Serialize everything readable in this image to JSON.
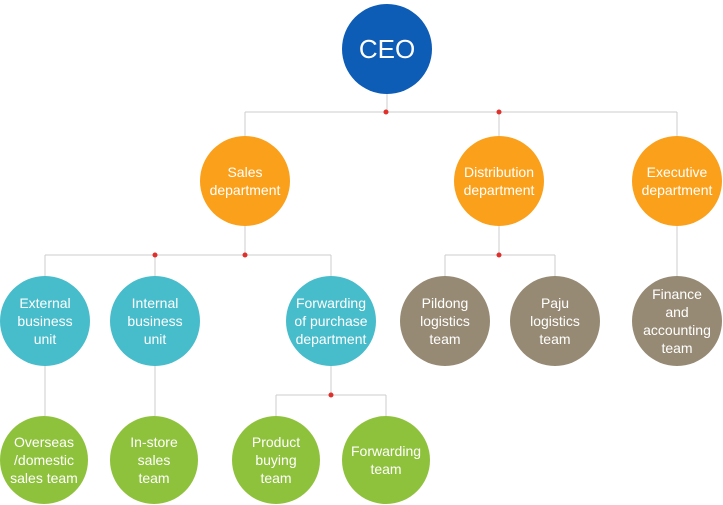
{
  "colors": {
    "ceo": "#0d5cb6",
    "department": "#fba01a",
    "unit": "#47bccb",
    "logistics": "#978a74",
    "team": "#8fc23c",
    "connector": "#cccccc",
    "junction_dot": "#e0302c"
  },
  "nodes": {
    "ceo": "CEO",
    "sales_department": "Sales\ndepartment",
    "distribution_department": "Distribution\ndepartment",
    "executive_department": "Executive\ndepartment",
    "external_business_unit": "External\nbusiness\nunit",
    "internal_business_unit": "Internal\nbusiness\nunit",
    "forwarding_purchase_department": "Forwarding\nof purchase\ndepartment",
    "pildong_logistics_team": "Pildong\nlogistics\nteam",
    "paju_logistics_team": "Paju\nlogistics\nteam",
    "finance_accounting_team": "Finance\nand\naccounting\nteam",
    "overseas_domestic_sales_team": "Overseas\n/domestic\nsales team",
    "in_store_sales_team": "In-store\nsales\nteam",
    "product_buying_team": "Product\nbuying\nteam",
    "forwarding_team": "Forwarding\nteam"
  }
}
